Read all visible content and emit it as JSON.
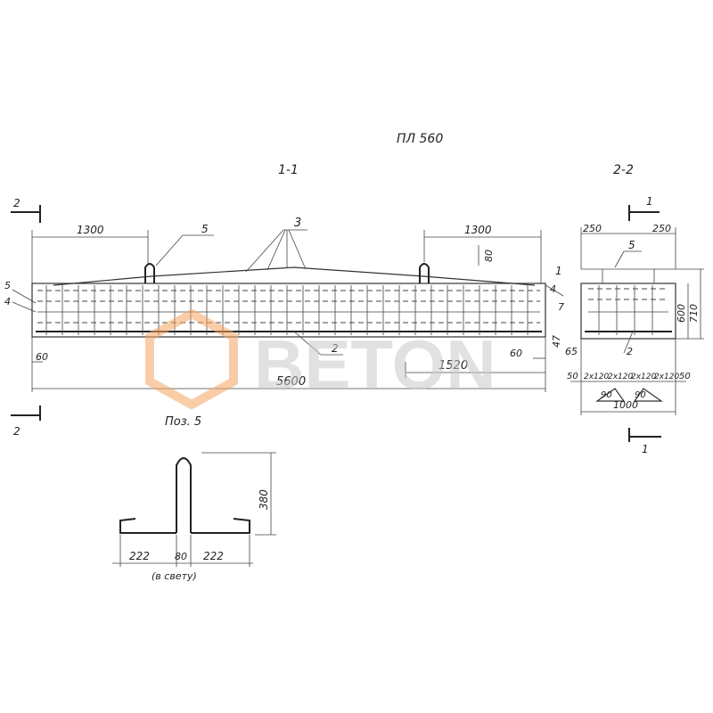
{
  "title": "ПЛ 560",
  "section_1": {
    "label": "1-1",
    "cut_marks": [
      "2",
      "2"
    ],
    "dims": {
      "left_span": "1300",
      "right_span": "1300",
      "total": "5600",
      "mid": "1520",
      "left_end": "60",
      "right_end": "60",
      "loop_height": "80",
      "right_side": "47"
    },
    "callouts": {
      "loop": "5",
      "bars_top": "3",
      "bars_bottom": "2",
      "left_5": "5",
      "left_4": "4",
      "right_1": "1",
      "right_4": "4",
      "right_7": "7"
    }
  },
  "section_2": {
    "label": "2-2",
    "cut_marks": [
      "1",
      "1"
    ],
    "dims": {
      "top_left": "250",
      "top_right": "250",
      "height_inner": "600",
      "height_outer": "710",
      "edge": "65",
      "b_left": "50",
      "b1": "2x120",
      "b2": "2x120",
      "b3": "2x120",
      "b4": "2x120",
      "b_right": "50",
      "tri_left": "90",
      "tri_right": "90",
      "total_width": "1000"
    },
    "callouts": {
      "loop": "5",
      "bar": "2"
    }
  },
  "detail": {
    "title": "Поз. 5",
    "dims": {
      "height": "380",
      "left": "222",
      "mid": "80",
      "right": "222",
      "note": "(в свету)"
    }
  },
  "watermark": {
    "brand": "BETON",
    "text_color": "#c9c9c9",
    "accent_color": "#f4a460"
  }
}
